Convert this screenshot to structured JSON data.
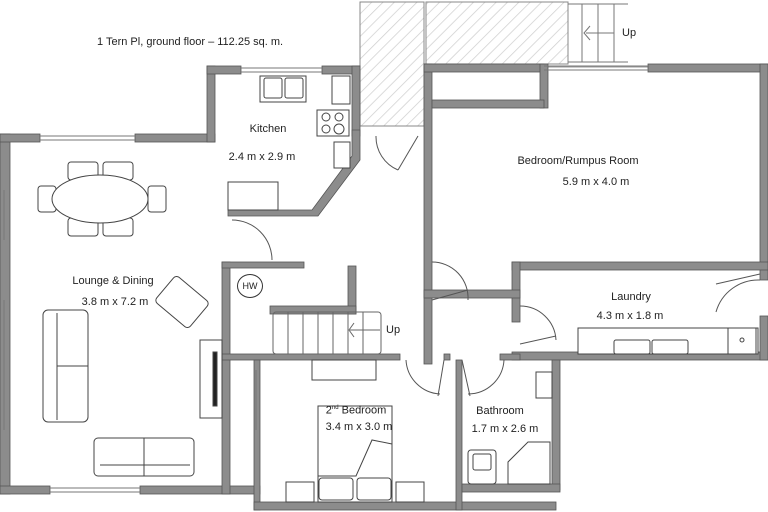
{
  "title": "1 Tern Pl, ground floor – 112.25 sq. m.",
  "rooms": {
    "kitchen": {
      "name": "Kitchen",
      "size": "2.4 m x 2.9 m"
    },
    "bedroom_rumpus": {
      "name": "Bedroom/Rumpus Room",
      "size": "5.9 m x 4.0 m"
    },
    "lounge_dining": {
      "name": "Lounge & Dining",
      "size": "3.8 m x 7.2 m"
    },
    "laundry": {
      "name": "Laundry",
      "size": "4.3 m x 1.8 m"
    },
    "second_bedroom": {
      "name_prefix": "2",
      "name_sup": "nd",
      "name_suffix": " Bedroom",
      "size": "3.4 m x 3.0 m"
    },
    "bathroom": {
      "name": "Bathroom",
      "size": "1.7 m x 2.6 m"
    }
  },
  "fixtures": {
    "hot_water": "HW",
    "stairs_exterior": "Up",
    "stairs_interior": "Up"
  },
  "colors": {
    "wall_fill": "#8c8c8c",
    "wall_stroke": "#555555",
    "deck_hatch": "#c8c8c8",
    "furniture_stroke": "#444444"
  }
}
